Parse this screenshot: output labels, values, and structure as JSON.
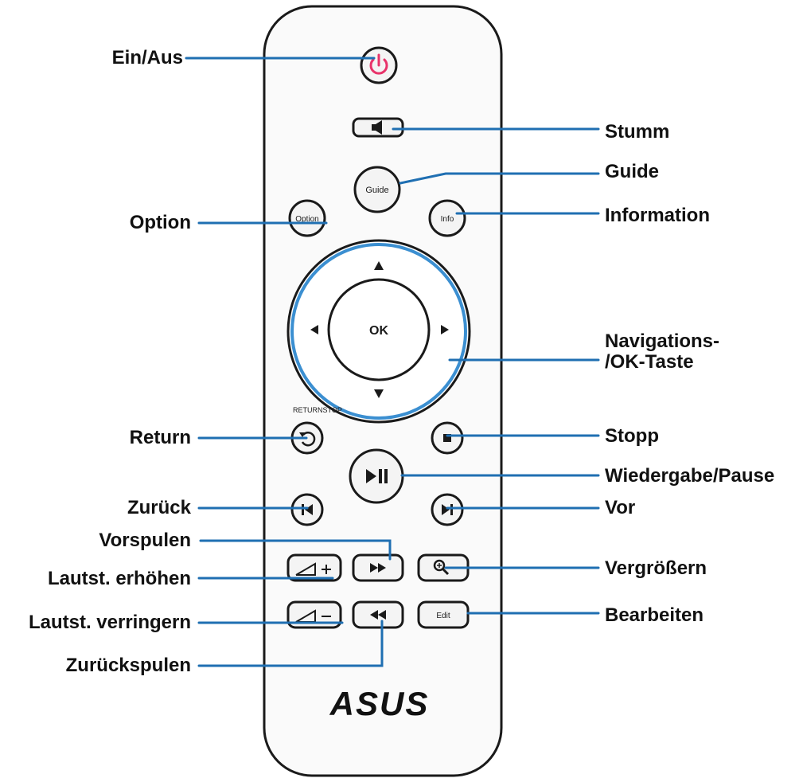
{
  "colors": {
    "leader_line": "#1f6fb2",
    "power_accent": "#e8336a",
    "nav_ring": "#3b8fd1",
    "outline": "#1a1a1a",
    "label_text": "#111111"
  },
  "remote": {
    "brand_logo": "ASUS",
    "returnstop_caption": "RETURNSTOP",
    "buttons": {
      "guide": "Guide",
      "option": "Option",
      "info": "Info",
      "ok": "OK",
      "edit": "Edit"
    },
    "icons": {
      "power": "power-icon",
      "mute": "speaker-mute-icon",
      "return": "return-arrow-icon",
      "stop": "stop-square-icon",
      "play_pause": "play-pause-icon",
      "prev": "skip-previous-icon",
      "next": "skip-next-icon",
      "fast_forward": "fast-forward-icon",
      "rewind": "rewind-icon",
      "zoom": "magnifier-plus-icon",
      "vol_up": "volume-up-icon",
      "vol_down": "volume-down-icon"
    }
  },
  "callouts": {
    "power": "Ein/Aus",
    "mute": "Stumm",
    "guide": "Guide",
    "option": "Option",
    "info": "Information",
    "nav_line1": "Navigations-",
    "nav_line2": "/OK-Taste",
    "return": "Return",
    "stop": "Stopp",
    "play_pause": "Wiedergabe/Pause",
    "prev": "Zurück",
    "next": "Vor",
    "fast_forward": "Vorspulen",
    "vol_up": "Lautst. erhöhen",
    "zoom": "Vergrößern",
    "vol_down": "Lautst. verringern",
    "edit": "Bearbeiten",
    "rewind": "Zurückspulen"
  }
}
